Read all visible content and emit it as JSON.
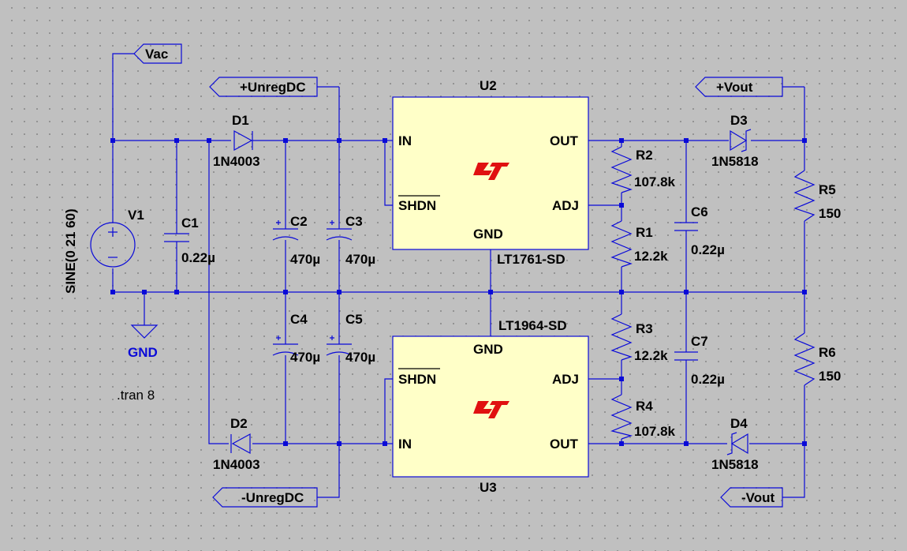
{
  "net_labels": {
    "vac": "Vac",
    "unreg_pos": "+UnregDC",
    "unreg_neg": "-UnregDC",
    "vout_pos": "+Vout",
    "vout_neg": "-Vout",
    "gnd": "GND"
  },
  "source": {
    "ref": "V1",
    "value": "SINE(0 21 60)"
  },
  "directive": ".tran 8",
  "diodes": {
    "d1": {
      "ref": "D1",
      "value": "1N4003"
    },
    "d2": {
      "ref": "D2",
      "value": "1N4003"
    },
    "d3": {
      "ref": "D3",
      "value": "1N5818"
    },
    "d4": {
      "ref": "D4",
      "value": "1N5818"
    }
  },
  "capacitors": {
    "c1": {
      "ref": "C1",
      "value": "0.22µ"
    },
    "c2": {
      "ref": "C2",
      "value": "470µ"
    },
    "c3": {
      "ref": "C3",
      "value": "470µ"
    },
    "c4": {
      "ref": "C4",
      "value": "470µ"
    },
    "c5": {
      "ref": "C5",
      "value": "470µ"
    },
    "c6": {
      "ref": "C6",
      "value": "0.22µ"
    },
    "c7": {
      "ref": "C7",
      "value": "0.22µ"
    }
  },
  "resistors": {
    "r1": {
      "ref": "R1",
      "value": "12.2k"
    },
    "r2": {
      "ref": "R2",
      "value": "107.8k"
    },
    "r3": {
      "ref": "R3",
      "value": "12.2k"
    },
    "r4": {
      "ref": "R4",
      "value": "107.8k"
    },
    "r5": {
      "ref": "R5",
      "value": "150"
    },
    "r6": {
      "ref": "R6",
      "value": "150"
    }
  },
  "regulators": {
    "u2": {
      "ref": "U2",
      "part": "LT1761-SD",
      "pin_in": "IN",
      "pin_out": "OUT",
      "pin_shdn": "SHDN",
      "pin_adj": "ADJ",
      "pin_gnd": "GND"
    },
    "u3": {
      "ref": "U3",
      "part": "LT1964-SD",
      "pin_in": "IN",
      "pin_out": "OUT",
      "pin_shdn": "SHDN",
      "pin_adj": "ADJ",
      "pin_gnd": "GND"
    }
  },
  "colors": {
    "wire": "#0a0ad8",
    "ic_fill": "#ffffc8",
    "logo": "#e01010",
    "background": "#c0c0c0"
  }
}
